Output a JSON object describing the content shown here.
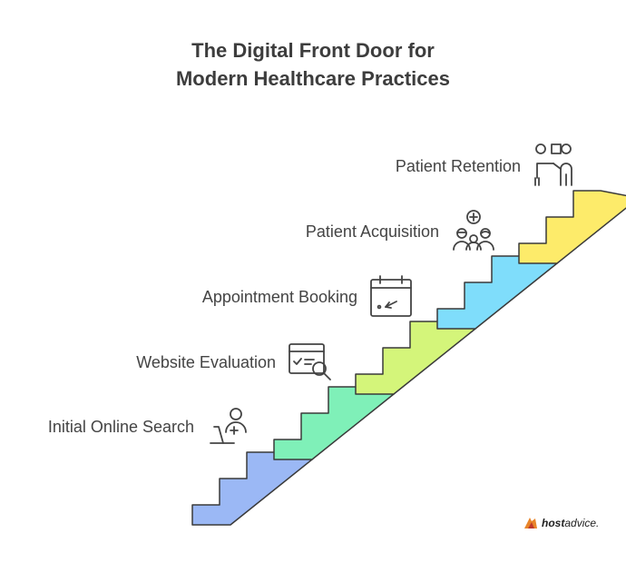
{
  "title": {
    "line1": "The Digital Front Door for",
    "line2": "Modern Healthcare Practices"
  },
  "steps": [
    {
      "label": "Initial Online Search",
      "icon": "user-laptop-icon",
      "color": "#9bb8f5"
    },
    {
      "label": "Website Evaluation",
      "icon": "browser-search-icon",
      "color": "#7ff0b8"
    },
    {
      "label": "Appointment Booking",
      "icon": "calendar-icon",
      "color": "#d4f57a"
    },
    {
      "label": "Patient Acquisition",
      "icon": "group-add-icon",
      "color": "#7fddfb"
    },
    {
      "label": "Patient Retention",
      "icon": "presentation-icon",
      "color": "#fdeb6a"
    }
  ],
  "brand": {
    "host": "host",
    "advice": "advice."
  }
}
